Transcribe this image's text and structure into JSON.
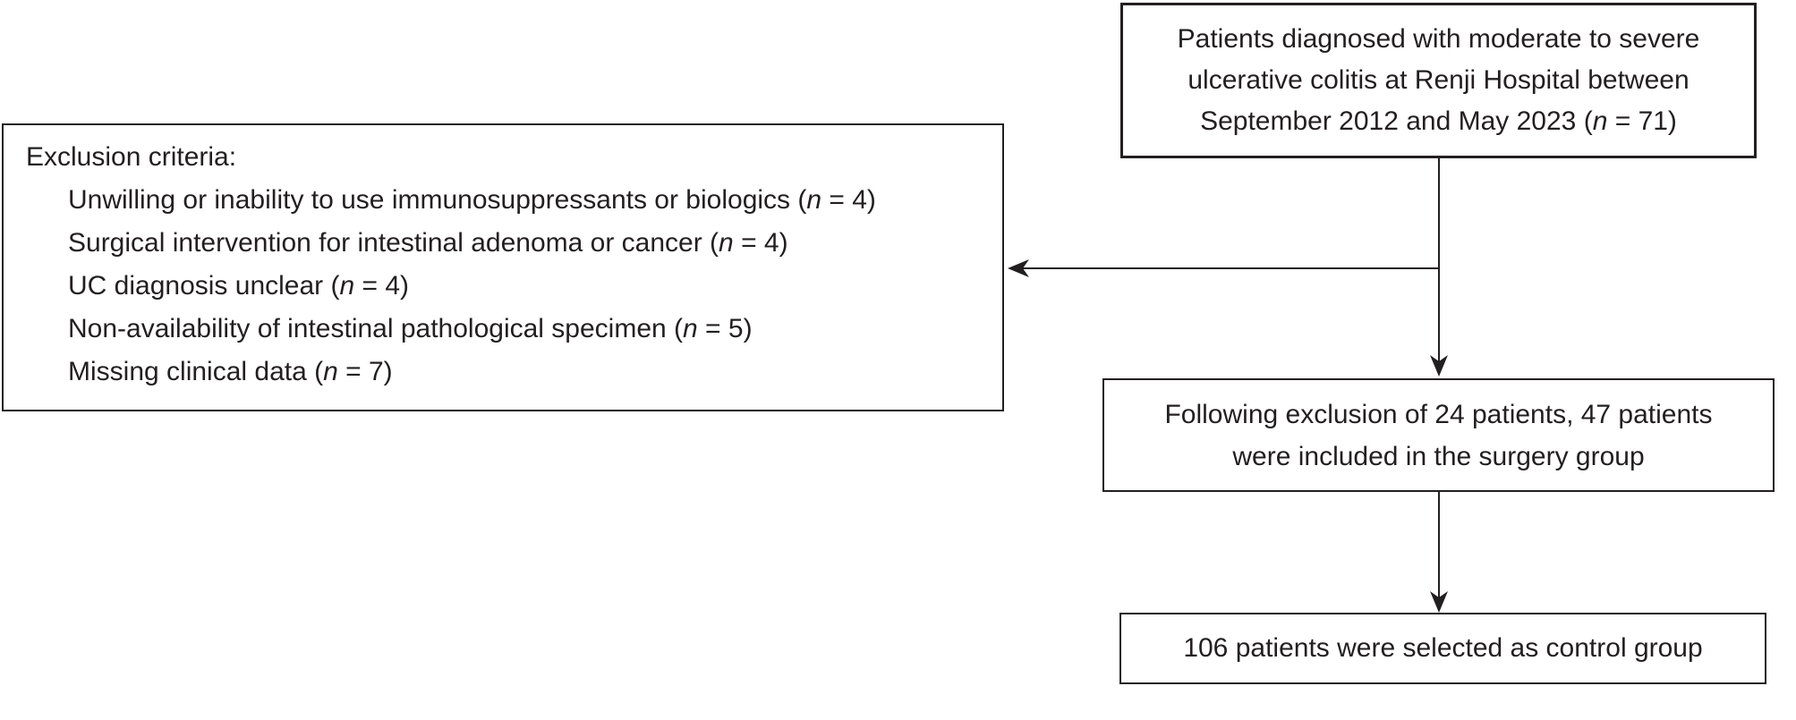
{
  "figure": {
    "type": "patient-flowchart",
    "colors": {
      "ink": "#231f20",
      "background": "#ffffff"
    },
    "top_box": {
      "lines": [
        {
          "pre": "Patients diagnosed with moderate to severe",
          "italic": "",
          "post": ""
        },
        {
          "pre": "ulcerative colitis at Renji Hospital between",
          "italic": "",
          "post": ""
        },
        {
          "pre": "September 2012 and May 2023 (",
          "italic": "n",
          "post": " = 71)"
        }
      ]
    },
    "exclusion_box": {
      "title": "Exclusion criteria:",
      "items": [
        {
          "pre": "Unwilling or inability to use immunosuppressants or biologics (",
          "italic": "n",
          "post": " = 4)"
        },
        {
          "pre": "Surgical intervention for intestinal adenoma or cancer (",
          "italic": "n",
          "post": " = 4)"
        },
        {
          "pre": "UC diagnosis unclear (",
          "italic": "n",
          "post": " = 4)"
        },
        {
          "pre": "Non-availability of intestinal pathological specimen (",
          "italic": "n",
          "post": " = 5)"
        },
        {
          "pre": "Missing clinical data (",
          "italic": "n",
          "post": " = 7)"
        }
      ]
    },
    "surgery_box": {
      "lines": [
        {
          "pre": "Following exclusion of 24 patients, 47 patients",
          "italic": "",
          "post": ""
        },
        {
          "pre": "were included in the surgery group",
          "italic": "",
          "post": ""
        }
      ]
    },
    "control_box": {
      "lines": [
        {
          "pre": "106 patients were selected as control group",
          "italic": "",
          "post": ""
        }
      ]
    }
  }
}
